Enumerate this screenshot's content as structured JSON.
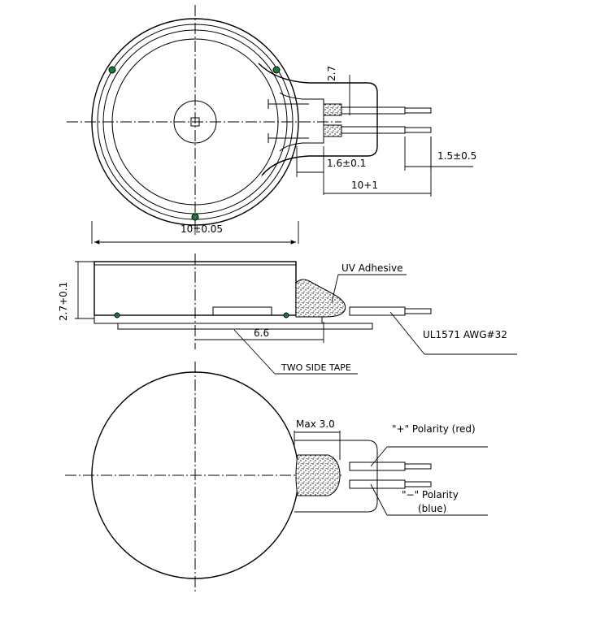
{
  "top_view": {
    "dim_height_wire": "2.7",
    "dim_wire_strip": "1.5±0.5",
    "dim_lead_offset": "1.6±0.1",
    "dim_lead_length": "10+1",
    "dim_diameter": "10±0.05",
    "marker_color": "#1a7a3a"
  },
  "side_view": {
    "dim_thickness": "2.7+0.1",
    "label_adhesive": "UV Adhesive",
    "label_wire": "UL1571  AWG#32",
    "dim_tape": "6.6",
    "label_tape": "TWO SIDE TAPE"
  },
  "bottom_view": {
    "dim_max": "Max 3.0",
    "label_pos": "\"+\" Polarity (red)",
    "label_neg": "\"−\" Polarity",
    "label_neg_color": "(blue)"
  }
}
